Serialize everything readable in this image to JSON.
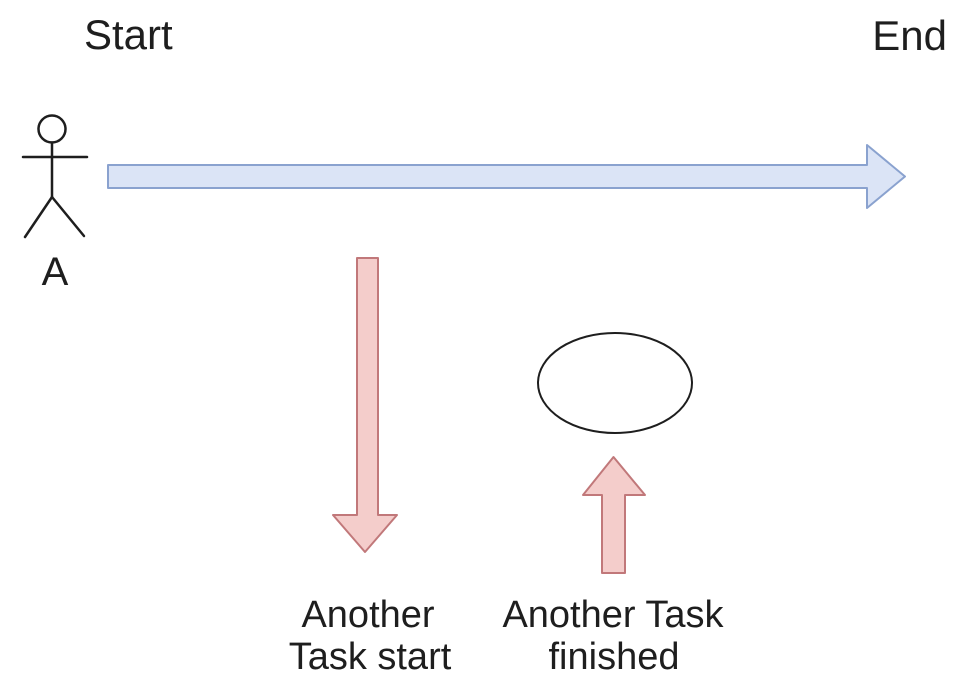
{
  "diagram": {
    "start_label": "Start",
    "end_label": "End",
    "actor_label": "A",
    "task_start_label": {
      "line1": "Another",
      "line2": "Task start"
    },
    "task_finished_label": {
      "line1": "Another Task",
      "line2": "finished"
    }
  },
  "colors": {
    "background": "#ffffff",
    "ink": "#1e1e1e",
    "actor_stroke": "#1e1e1e",
    "timeline_fill": "#dbe4f6",
    "timeline_stroke": "#8aa2cf",
    "task_arrow_fill": "#f4cdcb",
    "task_arrow_stroke": "#c1787a",
    "ellipse_fill": "#ffffff",
    "ellipse_stroke": "#1e1e1e"
  }
}
